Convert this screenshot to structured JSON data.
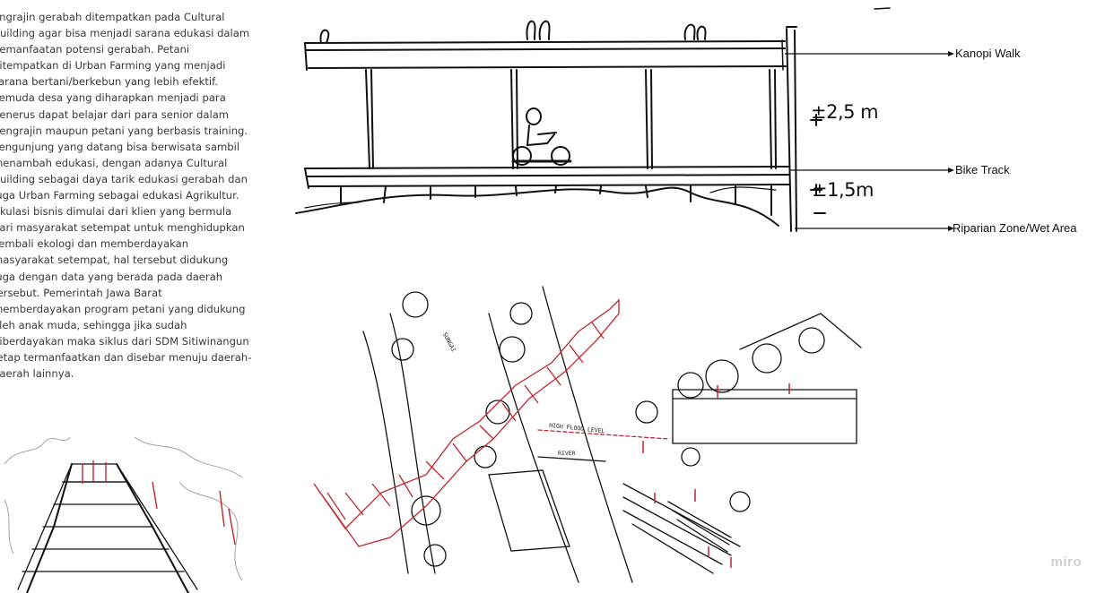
{
  "description": {
    "paragraphs": [
      "engrajin gerabah ditempatkan pada Cultural Building agar bisa menjadi sarana edukasi dalam pemanfaatan potensi gerabah. Petani ditempatkan di Urban Farming yang menjadi sarana bertani/berkebun yang lebih efektif. Pemuda desa yang diharapkan menjadi para penerus dapat belajar dari para senior dalam pengrajin maupun petani yang berbasis training. Pengunjung yang datang bisa berwisata sambil menambah edukasi, dengan adanya Cultural Building sebagai daya tarik edukasi gerabah dan juga Urban Farming sebagai edukasi Agrikultur.",
      "irkulasi bisnis dimulai dari klien yang bermula dari masyarakat setempat untuk menghidupkan kembali ekologi dan memberdayakan masyarakat setempat, hal tersebut didukung juga dengan data yang berada pada daerah tersebut. Pemerintah Jawa Barat memberdayakan program petani yang didukung oleh anak muda, sehingga jika sudah diberdayakan maka siklus dari SDM Sitiwinangun tetap termanfaatkan dan disebar menuju daerah-daerah lainnya."
    ]
  },
  "section_sketch": {
    "labels": {
      "kanopi": "Kanopi Walk",
      "bike": "Bike Track",
      "riparian": "Riparian Zone/Wet Area"
    },
    "dimensions": {
      "upper": "±2,5 m",
      "lower": "±1,5m"
    }
  },
  "plan_sketch": {
    "river_label": "SUNGAI",
    "flood_label": "HIGH FLOOD LEVEL",
    "river_small_label": "RIVER"
  },
  "watermark": "miro",
  "colors": {
    "ink": "#111111",
    "red_ink": "#c0262d",
    "text": "#3a3a3a",
    "watermark": "#d0d0d0"
  }
}
